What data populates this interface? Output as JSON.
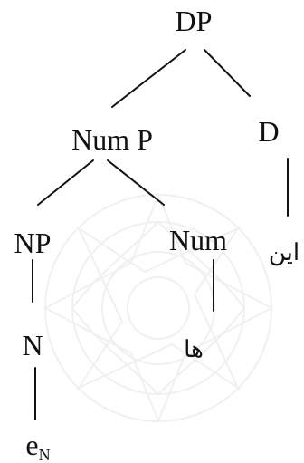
{
  "nodes": {
    "DP": "DP",
    "NumP": "Num P",
    "D": "D",
    "NP": "NP",
    "Num": "Num",
    "D_word": "این",
    "N": "N",
    "Num_word": "ها",
    "eN_base": "e",
    "eN_sub": "N"
  },
  "colors": {
    "ink": "#111111",
    "watermark": "#b7b7b7"
  }
}
